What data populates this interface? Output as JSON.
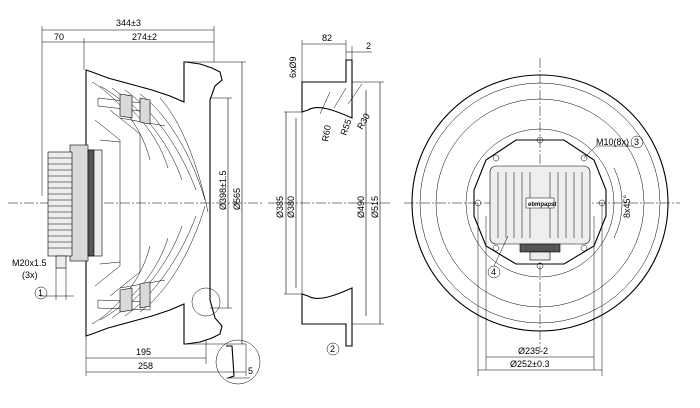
{
  "side_view": {
    "dim_total": "344±3",
    "dim_left": "70",
    "dim_right": "274±2",
    "dim_inlet_dia": "Ø398±1.5",
    "dim_outer_dia": "Ø565",
    "dim_thread": "M20x1.5",
    "dim_thread_count": "(3x)",
    "callout_1": "1",
    "dim_195": "195",
    "dim_258": "258",
    "dim_detail": "5"
  },
  "nozzle_view": {
    "dim_width": "82",
    "dim_flange": "2",
    "dim_holes": "6xØ9",
    "dim_r60": "R60",
    "dim_r55": "R55",
    "dim_r30": "R30",
    "dim_385": "Ø385",
    "dim_380": "Ø380",
    "dim_490": "Ø490",
    "dim_515": "Ø515",
    "callout_2": "2"
  },
  "front_view": {
    "dim_bolt": "M10(8x)",
    "callout_3": "3",
    "dim_angle": "8x45°",
    "callout_4": "4",
    "dim_235": "Ø235-2",
    "dim_252": "Ø252±0.3",
    "label_logo": "ebmpapst"
  }
}
